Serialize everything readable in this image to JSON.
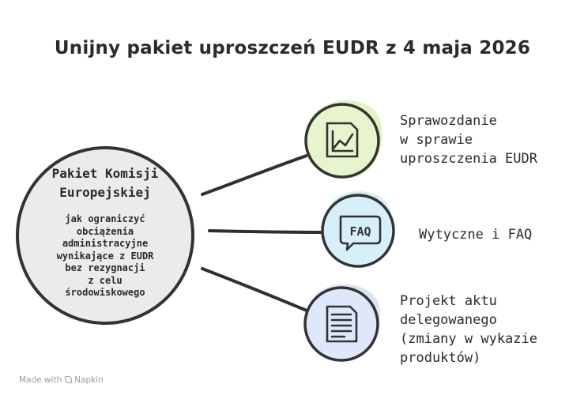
{
  "title": "Unijny pakiet uproszczeń EUDR z 4 maja 2026",
  "center": {
    "title_lines": [
      "Pakiet Komisji",
      "Europejskiej"
    ],
    "description_lines": [
      "jak ograniczyć",
      "obciążenia",
      "administracyjne",
      "wynikające z EUDR",
      "bez rezygnacji",
      "z celu",
      "środowiskowego"
    ],
    "fill": "#ebebeb",
    "stroke": "#333333"
  },
  "branches": [
    {
      "label_lines": [
        "Sprawozdanie",
        "w sprawie",
        "uproszczenia EUDR"
      ],
      "icon": "report-chart-icon",
      "fill": "#e6f5cd",
      "blob": "#e2f3c2"
    },
    {
      "label_lines": [
        "Wytyczne i FAQ"
      ],
      "icon": "faq-bubble-icon",
      "icon_text": "FAQ",
      "fill": "#d6eff9",
      "blob": "#d2edf8"
    },
    {
      "label_lines": [
        "Projekt aktu",
        "delegowanego",
        "(zmiany w wykazie",
        "produktów)"
      ],
      "icon": "document-icon",
      "fill": "#dfe7fa",
      "blob": "#dae4f8"
    }
  ],
  "footer": {
    "made_with": "Made with",
    "brand": "Napkin"
  }
}
